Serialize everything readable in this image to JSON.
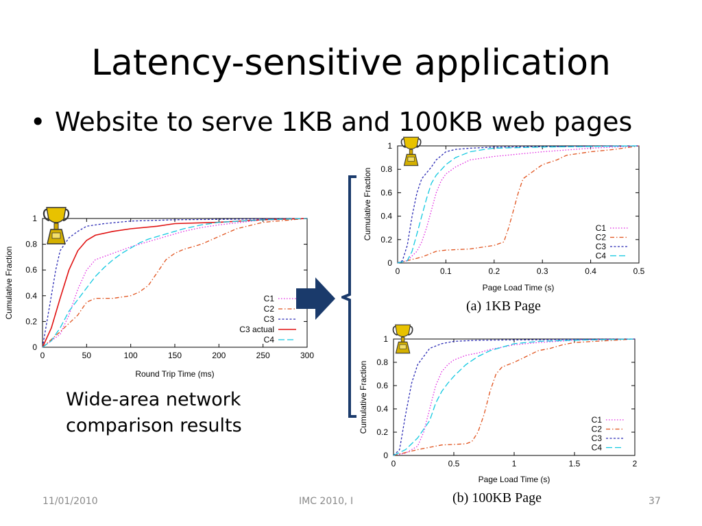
{
  "slide": {
    "title": "Latency-sensitive application",
    "bullet": "Website to serve 1KB and 100KB web pages",
    "caption_line1": "Wide-area network",
    "caption_line2": "comparison results",
    "footer_date": "11/01/2010",
    "footer_center": "IMC 2010, I",
    "footer_page": "37"
  },
  "colors": {
    "C1": "#e020e0",
    "C2": "#e0501a",
    "C3": "#2828b4",
    "C3 actual": "#e01010",
    "C4": "#10c8e0",
    "arrow": "#1a3a6b"
  },
  "icons": [
    "trophy-icon",
    "right-arrow-icon",
    "bracket-icon"
  ],
  "chart_data": [
    {
      "type": "line",
      "xlabel": "Round Trip Time (ms)",
      "ylabel": "Cumulative Fraction",
      "xlim": [
        0,
        300
      ],
      "ylim": [
        0,
        1
      ],
      "xticks": [
        0,
        50,
        100,
        150,
        200,
        250,
        300
      ],
      "yticks": [
        0,
        0.2,
        0.4,
        0.6,
        0.8,
        1
      ],
      "legend": "bottom-right",
      "series": [
        {
          "name": "C1",
          "dash": "dotted",
          "points": [
            [
              0,
              0
            ],
            [
              20,
              0.1
            ],
            [
              30,
              0.25
            ],
            [
              40,
              0.45
            ],
            [
              50,
              0.6
            ],
            [
              60,
              0.68
            ],
            [
              80,
              0.73
            ],
            [
              100,
              0.78
            ],
            [
              120,
              0.82
            ],
            [
              140,
              0.86
            ],
            [
              160,
              0.9
            ],
            [
              180,
              0.93
            ],
            [
              200,
              0.95
            ],
            [
              250,
              0.99
            ],
            [
              300,
              1
            ]
          ]
        },
        {
          "name": "C2",
          "dash": "dash-dot",
          "points": [
            [
              0,
              0
            ],
            [
              20,
              0.12
            ],
            [
              40,
              0.25
            ],
            [
              50,
              0.35
            ],
            [
              60,
              0.38
            ],
            [
              70,
              0.38
            ],
            [
              80,
              0.38
            ],
            [
              100,
              0.4
            ],
            [
              110,
              0.43
            ],
            [
              120,
              0.48
            ],
            [
              130,
              0.58
            ],
            [
              140,
              0.68
            ],
            [
              150,
              0.73
            ],
            [
              160,
              0.76
            ],
            [
              170,
              0.78
            ],
            [
              180,
              0.8
            ],
            [
              200,
              0.86
            ],
            [
              220,
              0.92
            ],
            [
              250,
              0.97
            ],
            [
              300,
              1
            ]
          ]
        },
        {
          "name": "C3",
          "dash": "dashed-fine",
          "points": [
            [
              0,
              0
            ],
            [
              10,
              0.4
            ],
            [
              15,
              0.6
            ],
            [
              20,
              0.75
            ],
            [
              30,
              0.85
            ],
            [
              40,
              0.9
            ],
            [
              50,
              0.94
            ],
            [
              70,
              0.96
            ],
            [
              100,
              0.98
            ],
            [
              150,
              0.99
            ],
            [
              300,
              1
            ]
          ]
        },
        {
          "name": "C3 actual",
          "dash": "solid",
          "points": [
            [
              0,
              0
            ],
            [
              10,
              0.15
            ],
            [
              20,
              0.38
            ],
            [
              30,
              0.6
            ],
            [
              40,
              0.75
            ],
            [
              50,
              0.83
            ],
            [
              60,
              0.87
            ],
            [
              80,
              0.9
            ],
            [
              100,
              0.92
            ],
            [
              130,
              0.94
            ],
            [
              150,
              0.96
            ],
            [
              200,
              0.97
            ],
            [
              250,
              0.99
            ],
            [
              300,
              1
            ]
          ]
        },
        {
          "name": "C4",
          "dash": "long-dash",
          "points": [
            [
              0,
              0
            ],
            [
              10,
              0.05
            ],
            [
              20,
              0.15
            ],
            [
              30,
              0.28
            ],
            [
              40,
              0.37
            ],
            [
              50,
              0.46
            ],
            [
              60,
              0.55
            ],
            [
              70,
              0.62
            ],
            [
              80,
              0.68
            ],
            [
              90,
              0.73
            ],
            [
              100,
              0.77
            ],
            [
              110,
              0.81
            ],
            [
              120,
              0.84
            ],
            [
              140,
              0.88
            ],
            [
              160,
              0.92
            ],
            [
              180,
              0.95
            ],
            [
              200,
              0.97
            ],
            [
              250,
              0.99
            ],
            [
              300,
              1
            ]
          ]
        }
      ]
    },
    {
      "type": "line",
      "xlabel": "Page Load Time (s)",
      "ylabel": "Cumulative Fraction",
      "xlim": [
        0,
        0.5
      ],
      "ylim": [
        0,
        1
      ],
      "xticks": [
        0,
        0.1,
        0.2,
        0.3,
        0.4,
        0.5
      ],
      "yticks": [
        0,
        0.2,
        0.4,
        0.6,
        0.8,
        1
      ],
      "legend": "bottom-right",
      "caption": "(a)  1KB Page",
      "series": [
        {
          "name": "C1",
          "dash": "dotted",
          "points": [
            [
              0,
              0
            ],
            [
              0.02,
              0.02
            ],
            [
              0.04,
              0.1
            ],
            [
              0.05,
              0.18
            ],
            [
              0.06,
              0.3
            ],
            [
              0.07,
              0.45
            ],
            [
              0.08,
              0.6
            ],
            [
              0.09,
              0.7
            ],
            [
              0.1,
              0.76
            ],
            [
              0.12,
              0.82
            ],
            [
              0.15,
              0.88
            ],
            [
              0.2,
              0.91
            ],
            [
              0.25,
              0.93
            ],
            [
              0.3,
              0.95
            ],
            [
              0.4,
              0.98
            ],
            [
              0.5,
              1
            ]
          ]
        },
        {
          "name": "C2",
          "dash": "dash-dot",
          "points": [
            [
              0,
              0
            ],
            [
              0.05,
              0.05
            ],
            [
              0.08,
              0.1
            ],
            [
              0.1,
              0.11
            ],
            [
              0.15,
              0.12
            ],
            [
              0.2,
              0.15
            ],
            [
              0.22,
              0.18
            ],
            [
              0.23,
              0.3
            ],
            [
              0.24,
              0.45
            ],
            [
              0.25,
              0.6
            ],
            [
              0.26,
              0.72
            ],
            [
              0.28,
              0.78
            ],
            [
              0.3,
              0.84
            ],
            [
              0.33,
              0.88
            ],
            [
              0.35,
              0.92
            ],
            [
              0.4,
              0.95
            ],
            [
              0.45,
              0.97
            ],
            [
              0.5,
              1
            ]
          ]
        },
        {
          "name": "C3",
          "dash": "dashed-fine",
          "points": [
            [
              0,
              0
            ],
            [
              0.01,
              0.02
            ],
            [
              0.02,
              0.15
            ],
            [
              0.03,
              0.4
            ],
            [
              0.04,
              0.6
            ],
            [
              0.05,
              0.72
            ],
            [
              0.07,
              0.82
            ],
            [
              0.08,
              0.88
            ],
            [
              0.1,
              0.95
            ],
            [
              0.12,
              0.97
            ],
            [
              0.15,
              0.98
            ],
            [
              0.2,
              0.99
            ],
            [
              0.5,
              1
            ]
          ]
        },
        {
          "name": "C4",
          "dash": "long-dash",
          "points": [
            [
              0,
              0
            ],
            [
              0.02,
              0.02
            ],
            [
              0.03,
              0.1
            ],
            [
              0.04,
              0.25
            ],
            [
              0.05,
              0.4
            ],
            [
              0.06,
              0.55
            ],
            [
              0.07,
              0.68
            ],
            [
              0.08,
              0.75
            ],
            [
              0.1,
              0.84
            ],
            [
              0.12,
              0.9
            ],
            [
              0.15,
              0.95
            ],
            [
              0.18,
              0.97
            ],
            [
              0.2,
              0.98
            ],
            [
              0.3,
              0.99
            ],
            [
              0.5,
              1
            ]
          ]
        }
      ]
    },
    {
      "type": "line",
      "xlabel": "Page Load Time (s)",
      "ylabel": "Cumulative Fraction",
      "xlim": [
        0,
        2
      ],
      "ylim": [
        0,
        1
      ],
      "xticks": [
        0,
        0.5,
        1,
        1.5,
        2
      ],
      "yticks": [
        0,
        0.2,
        0.4,
        0.6,
        0.8,
        1
      ],
      "legend": "bottom-right",
      "caption": "(b)  100KB Page",
      "series": [
        {
          "name": "C1",
          "dash": "dotted",
          "points": [
            [
              0,
              0
            ],
            [
              0.1,
              0.02
            ],
            [
              0.2,
              0.08
            ],
            [
              0.25,
              0.2
            ],
            [
              0.3,
              0.4
            ],
            [
              0.35,
              0.6
            ],
            [
              0.4,
              0.72
            ],
            [
              0.45,
              0.78
            ],
            [
              0.5,
              0.82
            ],
            [
              0.6,
              0.86
            ],
            [
              0.7,
              0.88
            ],
            [
              0.8,
              0.91
            ],
            [
              1,
              0.95
            ],
            [
              1.2,
              0.97
            ],
            [
              1.5,
              0.99
            ],
            [
              2,
              1
            ]
          ]
        },
        {
          "name": "C2",
          "dash": "dash-dot",
          "points": [
            [
              0,
              0
            ],
            [
              0.2,
              0.05
            ],
            [
              0.4,
              0.09
            ],
            [
              0.6,
              0.1
            ],
            [
              0.65,
              0.12
            ],
            [
              0.7,
              0.2
            ],
            [
              0.75,
              0.35
            ],
            [
              0.8,
              0.55
            ],
            [
              0.85,
              0.7
            ],
            [
              0.9,
              0.76
            ],
            [
              1,
              0.8
            ],
            [
              1.1,
              0.85
            ],
            [
              1.2,
              0.9
            ],
            [
              1.3,
              0.92
            ],
            [
              1.4,
              0.95
            ],
            [
              1.5,
              0.97
            ],
            [
              2,
              1
            ]
          ]
        },
        {
          "name": "C3",
          "dash": "dashed-fine",
          "points": [
            [
              0,
              0
            ],
            [
              0.05,
              0.05
            ],
            [
              0.1,
              0.35
            ],
            [
              0.15,
              0.62
            ],
            [
              0.2,
              0.78
            ],
            [
              0.25,
              0.85
            ],
            [
              0.3,
              0.92
            ],
            [
              0.4,
              0.96
            ],
            [
              0.5,
              0.98
            ],
            [
              0.7,
              0.99
            ],
            [
              2,
              1
            ]
          ]
        },
        {
          "name": "C4",
          "dash": "long-dash",
          "points": [
            [
              0,
              0
            ],
            [
              0.1,
              0.05
            ],
            [
              0.2,
              0.15
            ],
            [
              0.3,
              0.3
            ],
            [
              0.35,
              0.45
            ],
            [
              0.4,
              0.55
            ],
            [
              0.45,
              0.62
            ],
            [
              0.5,
              0.68
            ],
            [
              0.6,
              0.78
            ],
            [
              0.7,
              0.85
            ],
            [
              0.8,
              0.9
            ],
            [
              0.9,
              0.93
            ],
            [
              1,
              0.96
            ],
            [
              1.2,
              0.98
            ],
            [
              1.5,
              0.99
            ],
            [
              2,
              1
            ]
          ]
        }
      ]
    }
  ]
}
